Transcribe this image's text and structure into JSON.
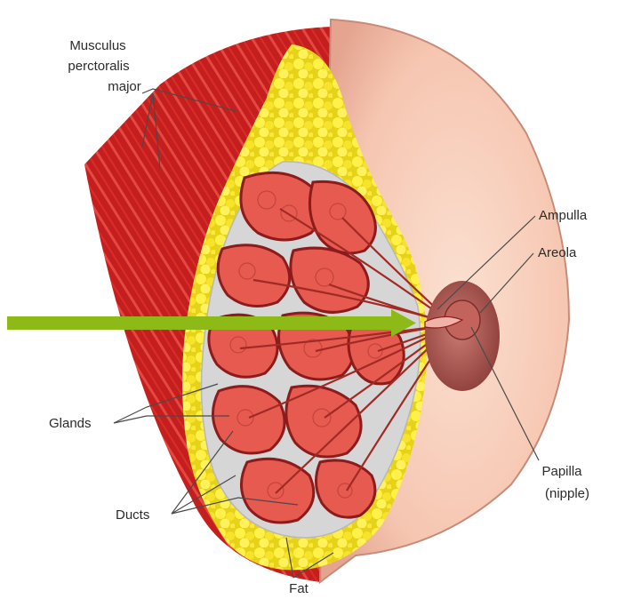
{
  "labels": {
    "musculus_line1": "Musculus",
    "musculus_line2": "perctoralis",
    "musculus_line3": "major",
    "ampulla": "Ampulla",
    "areola": "Areola",
    "glands": "Glands",
    "ducts": "Ducts",
    "papilla_line1": "Papilla",
    "papilla_line2": "(nipple)",
    "fat": "Fat"
  },
  "colors": {
    "muscle": "#c41e1e",
    "muscle_stripe": "#ff6a5a",
    "skin": "#f6c6b1",
    "skin_shadow": "#e4a48f",
    "fat": "#f2e21d",
    "gland_fill": "#e65a50",
    "gland_border": "#8c1b1b",
    "stroma": "#d6d6d6",
    "areola": "#b65b54",
    "arrow": "#8dba16"
  }
}
